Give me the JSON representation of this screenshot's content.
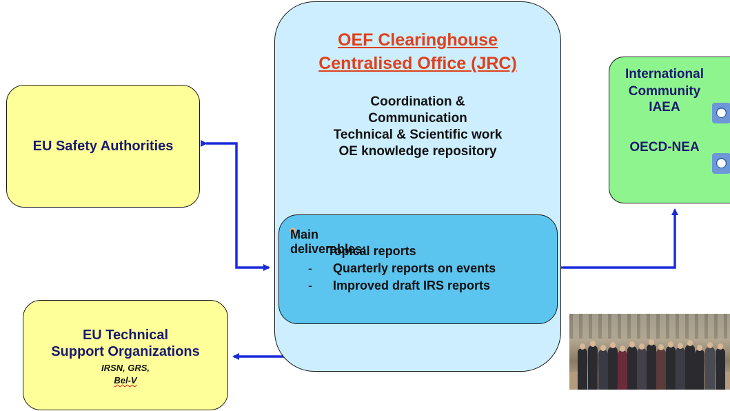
{
  "authorities": {
    "label": "EU Safety Authorities"
  },
  "tso": {
    "line1": "EU Technical",
    "line2": "Support Organizations",
    "members_line1": "IRSN, GRS,",
    "members_line2": "Bel-V"
  },
  "office": {
    "title_line1": "OEF Clearinghouse",
    "title_line2": "Centralised Office (JRC)",
    "tasks": [
      "Coordination &",
      "Communication",
      "Technical & Scientific work",
      "OE knowledge repository"
    ]
  },
  "deliverables": {
    "heading": "Main deliverables:",
    "items": [
      "Topical reports",
      "Quarterly reports on events",
      "Improved draft IRS reports"
    ]
  },
  "international": {
    "line1": "International",
    "line2": "Community",
    "line3": "IAEA",
    "line4": "OECD-NEA"
  },
  "colors": {
    "arrow": "#1a2cd8",
    "title": "#e0401c",
    "navy_text": "#1a1a6e"
  },
  "icons": [
    "iaea-logo",
    "oecd-nea-logo",
    "group-photo"
  ]
}
